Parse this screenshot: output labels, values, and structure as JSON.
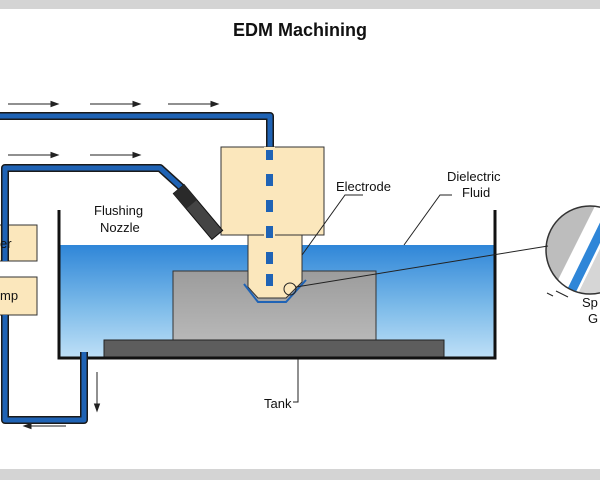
{
  "title": "EDM Machining",
  "labels": {
    "flushing_nozzle": [
      "Flushing",
      "Nozzle"
    ],
    "electrode": "Electrode",
    "dielectric_fluid": [
      "Dielectric",
      "Fluid"
    ],
    "tank": "Tank",
    "spark_gap": [
      "Sp",
      "G"
    ],
    "filter": "er",
    "pump": "mp"
  },
  "colors": {
    "pipe": "#1f63b5",
    "fluid_top": "#2f86d8",
    "fluid_bottom": "#bfe0f7",
    "electrode": "#fbe7bc",
    "workpiece": "#a8a8a8",
    "base": "#5d5d5d",
    "frame": "#d4d4d4"
  }
}
